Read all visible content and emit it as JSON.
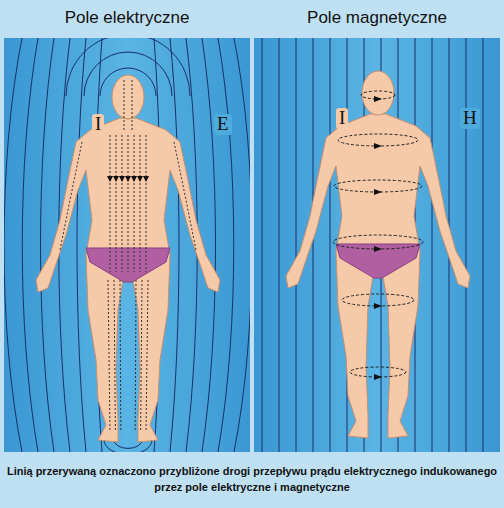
{
  "diagram": {
    "caption": "Linią przerywaną oznaczono przybliżone drogi przepływu prądu elektrycznego indukowanego przez pole elektryczne i magnetyczne",
    "nodes": [
      {
        "text": [
          "Pole elektryczne"
        ]
      },
      {
        "text": [
          "Pole magnetyczne"
        ]
      }
    ],
    "labels": [
      "I",
      "E",
      "I",
      "H"
    ]
  }
}
